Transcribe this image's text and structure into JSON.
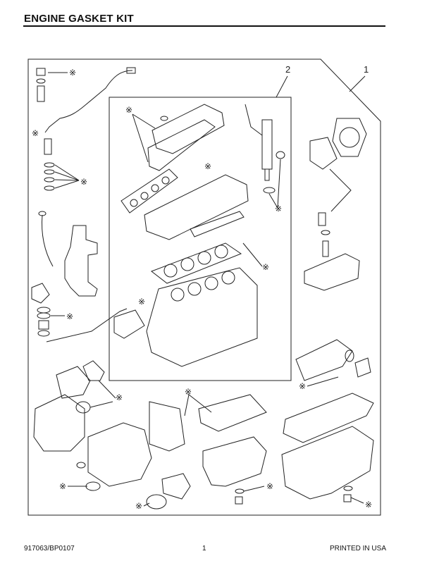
{
  "header": {
    "title": "ENGINE GASKET KIT"
  },
  "callouts": {
    "kit": "1",
    "subkit": "2",
    "gasket_mark": "※"
  },
  "footer": {
    "part_code": "917063/BP0107",
    "page_number": "1",
    "printed": "PRINTED IN USA"
  }
}
